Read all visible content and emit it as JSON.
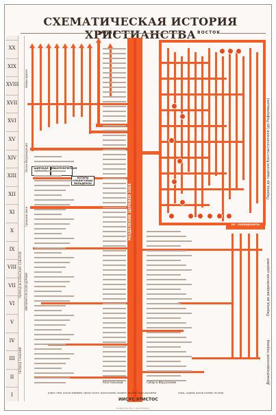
{
  "title": "СХЕМАТИЧЕСКАЯ ИСТОРИЯ ХРИСТИАНСТВА",
  "header": {
    "west": "ЗАПАД",
    "east": "ВОСТОК"
  },
  "centuries": [
    "XX",
    "XIX",
    "XVIII",
    "XVII",
    "XVI",
    "XV",
    "XIV",
    "XIII",
    "XII",
    "XI",
    "X",
    "IX",
    "VIII",
    "VII",
    "VI",
    "V",
    "IV",
    "III",
    "II",
    "I"
  ],
  "left_bands": {
    "early": "ПЕРИОД ГОНЕНИЙ",
    "councils": "ПЕРИОД ВСЕЛЕНСКИХ СОБОРОВ",
    "empire": "ИМПЕРАТОРСКОЙ ЦЕРКВИ",
    "middle": "Средние века",
    "revival": "Эпоха Возрождения",
    "new": "Новое время"
  },
  "center": {
    "jesus": "ИИСУС ХРИСТОС",
    "apostolic": "Апостольский",
    "jerusalem": "Собор в Иерусалиме",
    "schism": "РАЗДЕЛЕНИЕ ЦЕРКВЕЙ 1054",
    "east_box": "НЕ - ХАЛКИДОНИТЫ",
    "east_side": "Период до падения Константинополя (до Реформации)",
    "east_side2": "Период до разделения церквей",
    "east_side3": "Дохалкидонский период",
    "west_box1": "ШИРОКАЯ ЦЕРКОВЬ",
    "west_box2": "ЕВАНГЕЛИЧЕСКАЯ",
    "west_box3": "КАТАРЫ АЛЬБИГОЙЦЫ ВАЛЬДЕНСЫ"
  },
  "footer": {
    "left": "ПАВЕЛ, ПЕТР, ИАКОВ ЗЕВЕДЕЕВ, СИМОН ЗИЛОТ, ВАРФОЛОМЕЙ, ФИЛИПП, МАТФЕЙ, ИУДА ИАКОВЛЕВ",
    "right": "ФОМА, АНДРЕЙ, ИАКОВ АЛФЕЕВ, МАТФИЙ",
    "bottom": "Свидетельство о регистрации"
  },
  "colors": {
    "trunk": "#f25c26",
    "trunk_dark": "#e8481a",
    "ink": "#3a2a22",
    "paper": "#fbf8f5"
  }
}
